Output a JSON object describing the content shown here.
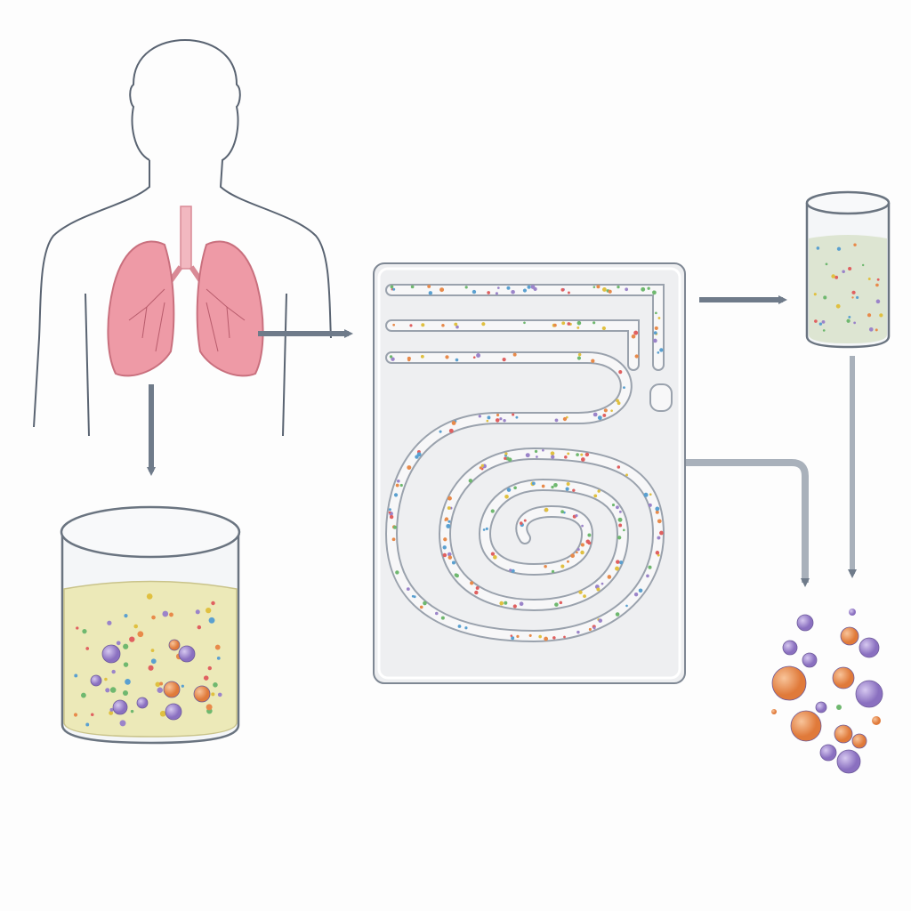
{
  "diagram": {
    "nodes": [
      {
        "id": "human-body",
        "icon": "human-torso-icon"
      },
      {
        "id": "lungs",
        "icon": "lungs-icon"
      },
      {
        "id": "sample-beaker",
        "icon": "beaker-icon"
      },
      {
        "id": "microfluidic-chip",
        "icon": "spiral-microfluidic-chip-icon"
      },
      {
        "id": "output-vial",
        "icon": "vial-icon"
      },
      {
        "id": "separated-particles",
        "icon": "particle-cluster-icon"
      }
    ],
    "edges": [
      {
        "from": "lungs",
        "to": "sample-beaker"
      },
      {
        "from": "lungs",
        "to": "microfluidic-chip"
      },
      {
        "from": "microfluidic-chip",
        "to": "output-vial"
      },
      {
        "from": "microfluidic-chip",
        "to": "separated-particles"
      },
      {
        "from": "output-vial",
        "to": "separated-particles"
      }
    ]
  },
  "colors": {
    "outline": "#55606e",
    "arrow": "#6f7b8a",
    "lung": "#ee9aa6",
    "liquid": "#ece9b8",
    "chip": "#eeeff1",
    "particle_purple": "#9b84c9",
    "particle_orange": "#e88a4a"
  }
}
